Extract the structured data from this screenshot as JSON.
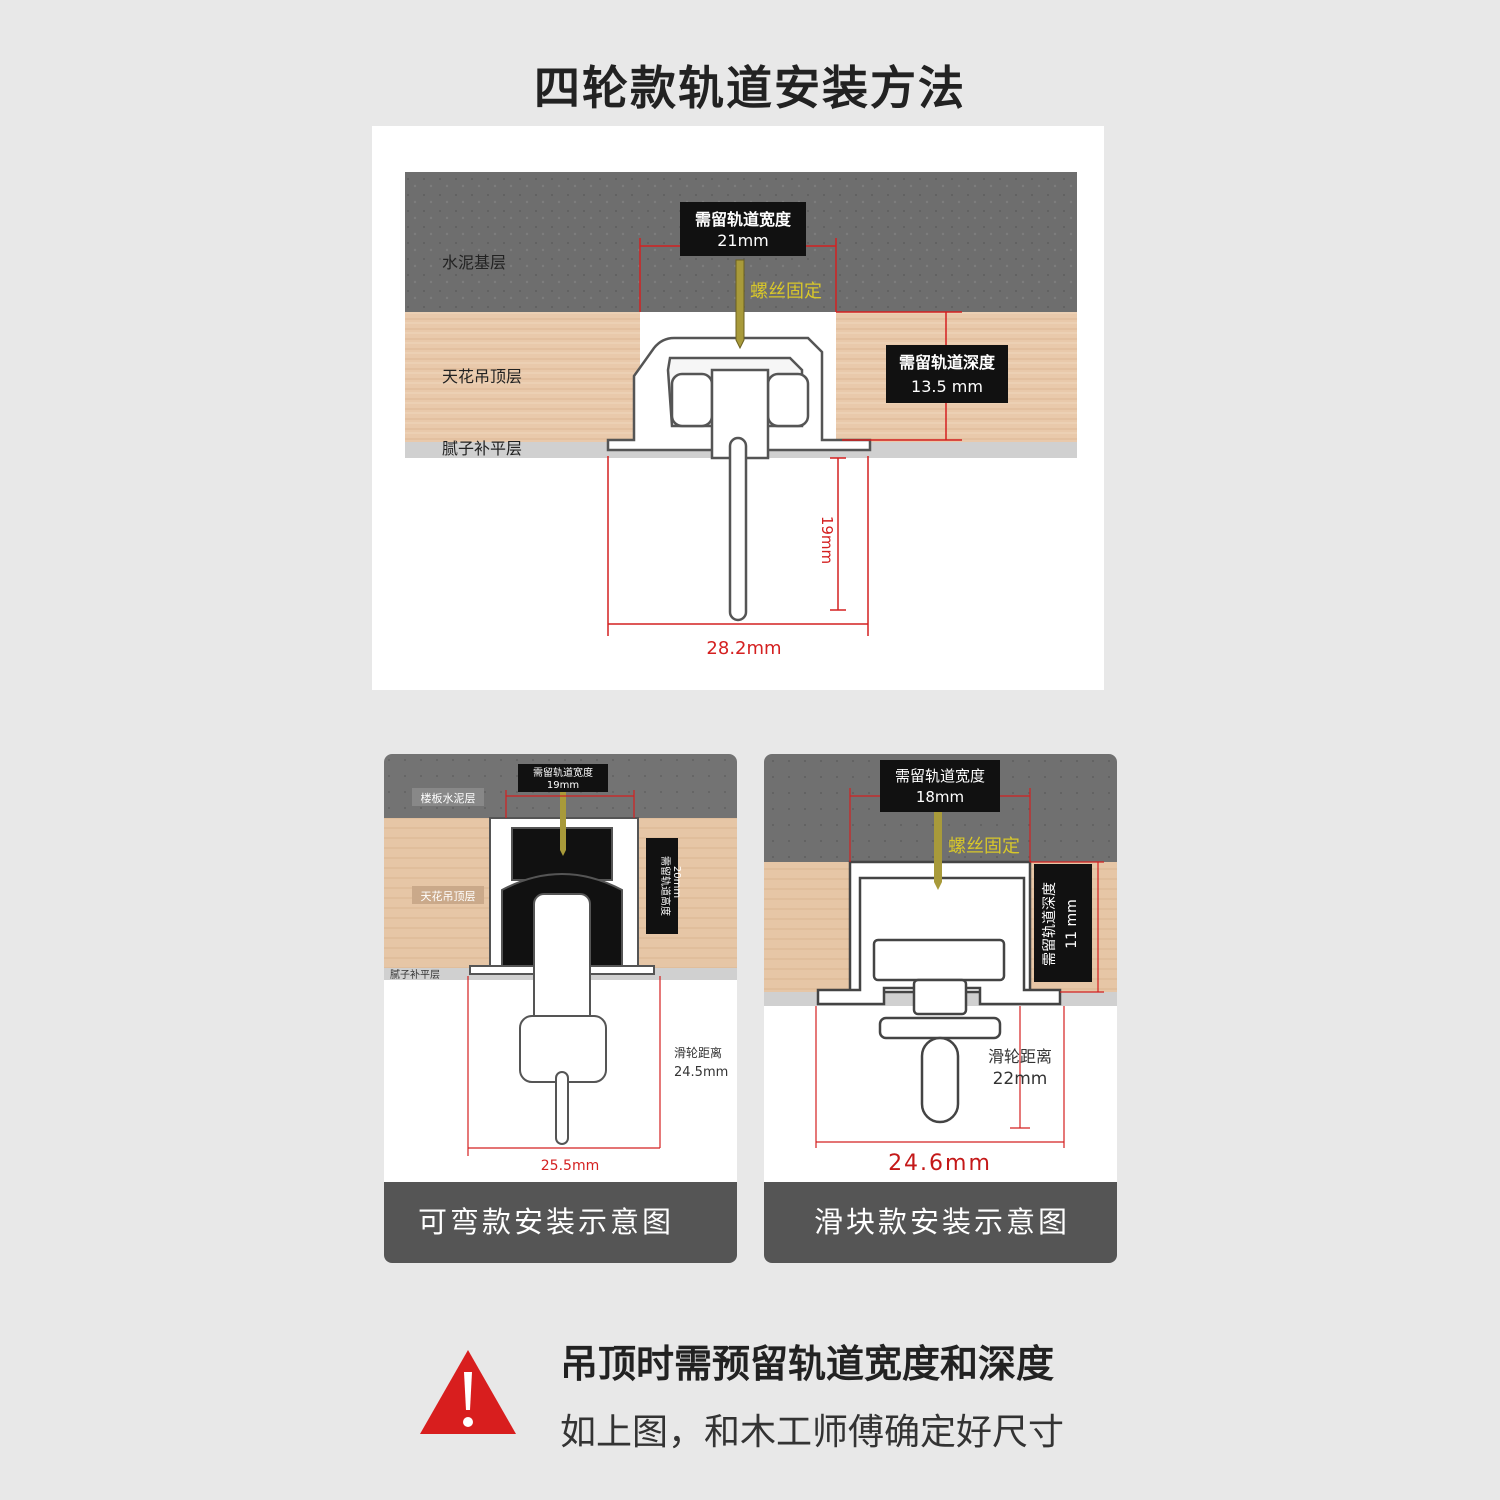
{
  "title": "四轮款轨道安装方法",
  "main": {
    "layers": [
      "水泥基层",
      "天花吊顶层",
      "腻子补平层"
    ],
    "width_label": "需留轨道宽度",
    "width_value": "21mm",
    "screw": "螺丝固定",
    "depth_label": "需留轨道深度",
    "depth_value": "13.5 mm",
    "drop": "19mm",
    "bottom_width": "28.2mm"
  },
  "bendable": {
    "layers": [
      "楼板水泥层",
      "天花吊顶层",
      "腻子补平层"
    ],
    "width_label": "需留轨道宽度",
    "width_value": "19mm",
    "height_label": "需留轨道高度",
    "height_value": "20mm",
    "pulley_label": "滑轮距离",
    "pulley_value": "24.5mm",
    "bottom_width": "25.5mm",
    "caption": "可弯款安装示意图"
  },
  "slider": {
    "width_label": "需留轨道宽度",
    "width_value": "18mm",
    "screw": "螺丝固定",
    "depth_label": "需留轨道深度",
    "depth_value": "11 mm",
    "pulley_label": "滑轮距离",
    "pulley_value": "22mm",
    "bottom_width": "24.6mm",
    "caption": "滑块款安装示意图"
  },
  "notice": {
    "line1": "吊顶时需预留轨道宽度和深度",
    "line2": "如上图，和木工师傅确定好尺寸",
    "icon": "warning-triangle-icon"
  },
  "colors": {
    "concrete": "#6b6b6b",
    "wood": "#e8c8aa",
    "dimension": "#d42020",
    "screw": "#a89a3a",
    "annotation": "#d8c72a",
    "warning": "#d81e1e"
  }
}
